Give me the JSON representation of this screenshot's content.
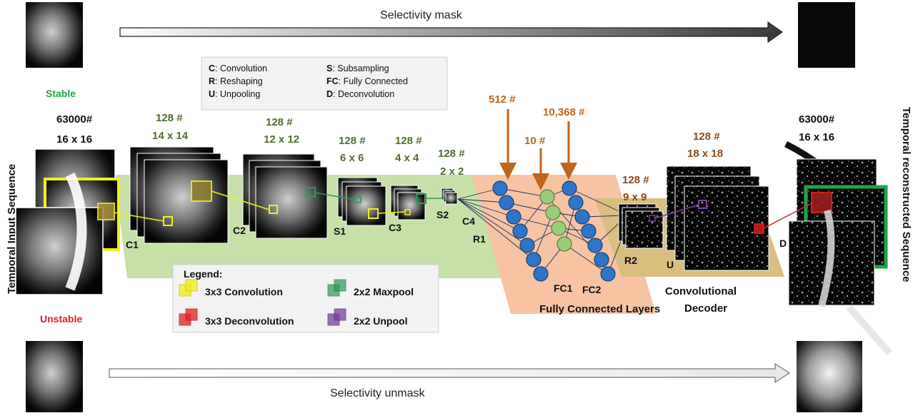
{
  "top_arrow_label": "Selectivity mask",
  "bottom_arrow_label": "Selectivity unmask",
  "stable_label": "Stable",
  "unstable_label": "Unstable",
  "left_side_label": "Temporal Input Sequence",
  "right_side_label": "Temporal reconstructed Sequence",
  "input": {
    "count": "63000#",
    "size": "16 x 16"
  },
  "output": {
    "count": "63000#",
    "size": "16 x 16"
  },
  "key": {
    "c": "C",
    "c_text": ": Convolution",
    "s": "S",
    "s_text": ": Subsampling",
    "r": "R",
    "r_text": ": Reshaping",
    "fc": "FC",
    "fc_text": ": Fully Connected",
    "u": "U",
    "u_text": ": Unpooling",
    "d": "D",
    "d_text": ": Deconvolution"
  },
  "layers": {
    "c1": {
      "count": "128 #",
      "size": "14 x 14",
      "tag": "C1"
    },
    "c2": {
      "count": "128 #",
      "size": "12 x 12",
      "tag": "C2"
    },
    "s1": {
      "count": "128 #",
      "size": "6 x 6",
      "tag": "S1"
    },
    "c3": {
      "count": "128 #",
      "size": "4 x 4",
      "tag": "C3"
    },
    "s2": {
      "count": "128 #",
      "size": "2 x 2",
      "tag": "S2"
    },
    "c4": {
      "tag": "C4"
    },
    "r1": {
      "tag": "R1"
    },
    "fc1": {
      "count": "10 #",
      "tag": "FC1"
    },
    "fc_in": {
      "count": "512 #"
    },
    "fc2": {
      "count": "10,368 #",
      "tag": "FC2"
    },
    "r2": {
      "count": "128 #",
      "size": "9 x 9",
      "tag": "R2"
    },
    "u": {
      "count": "128 #",
      "size": "18 x 18",
      "tag": "U"
    },
    "d": {
      "tag": "D"
    }
  },
  "fc_caption": "Fully Connected Layers",
  "decoder_caption_line1": "Convolutional",
  "decoder_caption_line2": "Decoder",
  "legend": {
    "title": "Legend:",
    "conv": "3x3 Convolution",
    "maxpool": "2x2 Maxpool",
    "deconv": "3x3 Deconvolution",
    "unpool": "2x2 Unpool"
  },
  "colors": {
    "encoder_band": "#c6e0a8",
    "fc_band": "#f7c3a3",
    "decoder_band": "#d9be7e",
    "green_text": "#4f6f2d",
    "orange_text": "#c0651c",
    "brown_text": "#8b4a1c",
    "stable": "#21a349",
    "unstable": "#e02020",
    "conv": "#f2ee1e",
    "maxpool": "#2b9a58",
    "deconv": "#e22020",
    "unpool": "#7a3fa0",
    "node_blue": "#2e75c9",
    "node_green": "#9bcd78"
  }
}
